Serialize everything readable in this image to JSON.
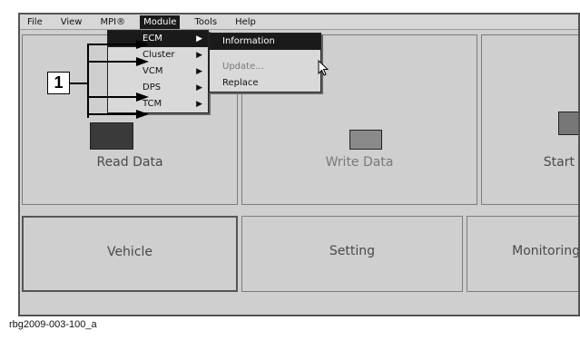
{
  "menubar": {
    "items": [
      {
        "label": "File"
      },
      {
        "label": "View"
      },
      {
        "label": "MPI®"
      },
      {
        "label": "Module"
      },
      {
        "label": "Tools"
      },
      {
        "label": "Help"
      }
    ]
  },
  "module_menu": {
    "items": [
      {
        "label": "ECM"
      },
      {
        "label": "Cluster"
      },
      {
        "label": "VCM"
      },
      {
        "label": "DPS"
      },
      {
        "label": "TCM"
      }
    ]
  },
  "ecm_submenu": {
    "items": [
      {
        "label": "Information"
      },
      {
        "label": "Update..."
      },
      {
        "label": "Replace"
      }
    ]
  },
  "panels": {
    "top_left_label": "Read Data",
    "top_mid_label": "Write Data",
    "top_right_label": "Start",
    "bottom_left_label": "Vehicle",
    "bottom_mid_label": "Setting",
    "bottom_right_label": "Monitoring"
  },
  "callout": {
    "number": "1"
  },
  "caption": "rbg2009-003-100_a"
}
